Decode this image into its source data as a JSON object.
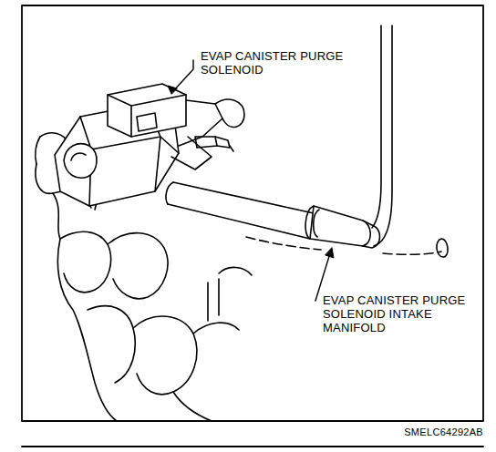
{
  "diagram": {
    "labels": [
      "EVAP CANISTER PURGE SOLENOID",
      "EVAP CANISTER PURGE SOLENOID INTAKE MANIFOLD",
      "SMELC64292AB"
    ]
  }
}
